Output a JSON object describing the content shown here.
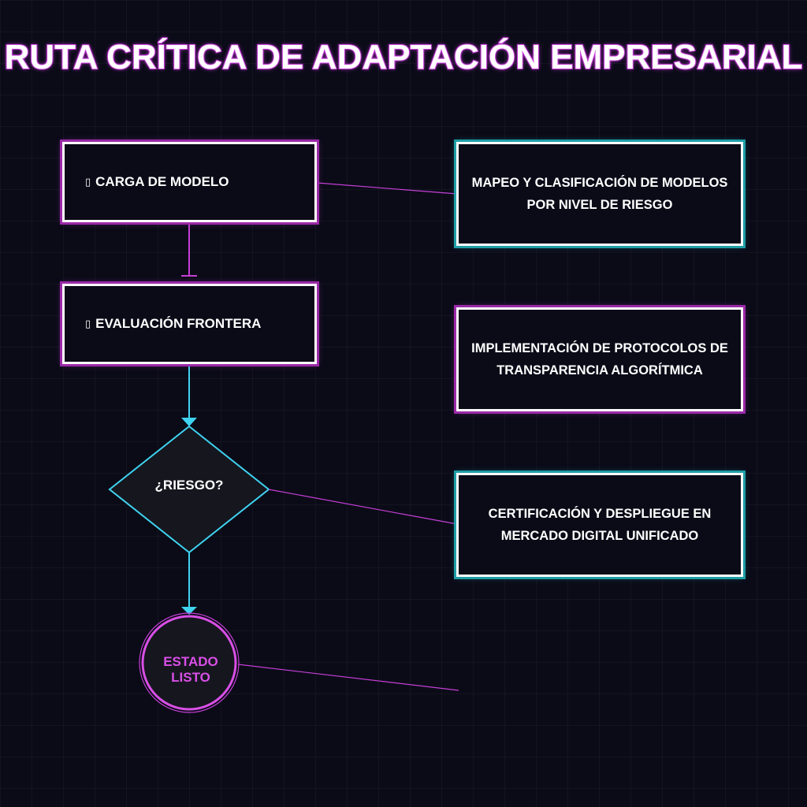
{
  "diagram": {
    "title": "RUTA CRÍTICA DE ADAPTACIÓN EMPRESARIAL",
    "steps": {
      "load_model": {
        "icon": "doc-icon",
        "glyph": "▯",
        "label": "CARGA DE MODELO"
      },
      "frontier_eval": {
        "icon": "doc-icon",
        "glyph": "▯",
        "label": "EVALUACIÓN FRONTERA"
      }
    },
    "decision": {
      "label": "¿RIESGO?"
    },
    "end": {
      "line1": "ESTADO",
      "line2": "LISTO"
    },
    "info": {
      "mapping": "MAPEO Y CLASIFICACIÓN DE MODELOS POR NIVEL DE RIESGO",
      "transparency": "IMPLEMENTACIÓN DE PROTOCOLOS DE TRANSPARENCIA ALGORÍTMICA",
      "certification": "CERTIFICACIÓN Y DESPLIEGUE EN MERCADO DIGITAL UNIFICADO"
    },
    "colors": {
      "background": "#0b0b18",
      "accent_pink": "#c53fd6",
      "accent_cyan": "#3fd3f0",
      "text": "#ffffff"
    }
  }
}
